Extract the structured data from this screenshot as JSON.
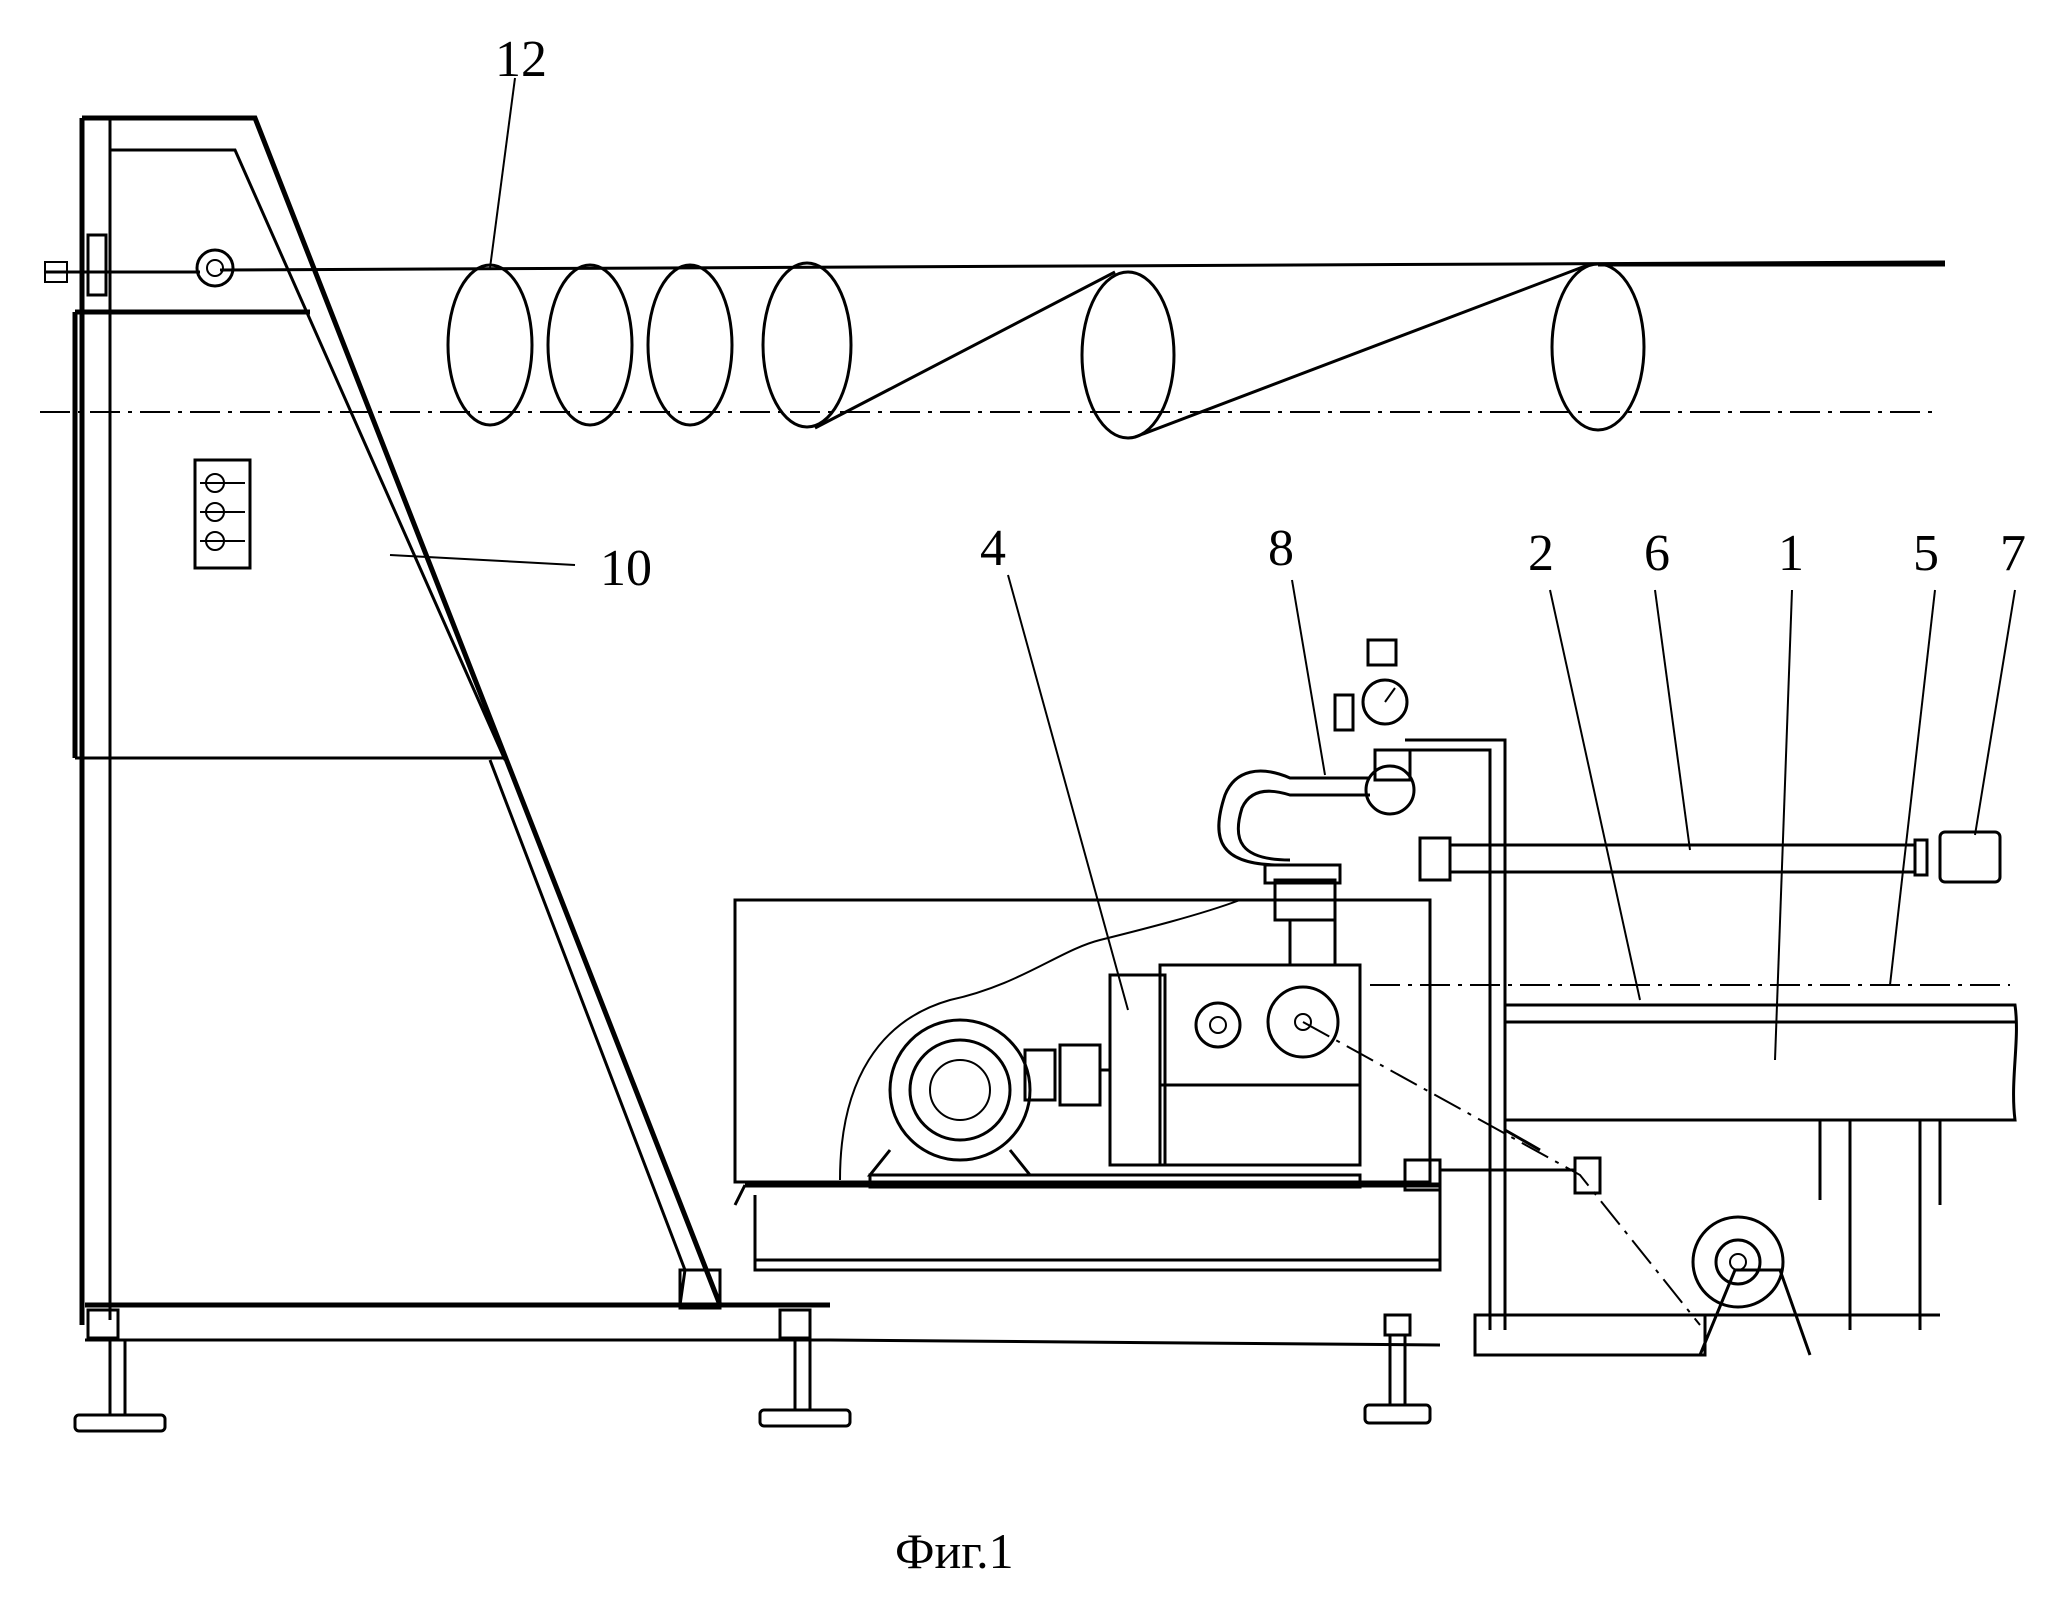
{
  "labels": {
    "l12": "12",
    "l10": "10",
    "l4": "4",
    "l8": "8",
    "l2": "2",
    "l6": "6",
    "l1": "1",
    "l5": "5",
    "l7": "7"
  },
  "caption": "Фиг.1"
}
